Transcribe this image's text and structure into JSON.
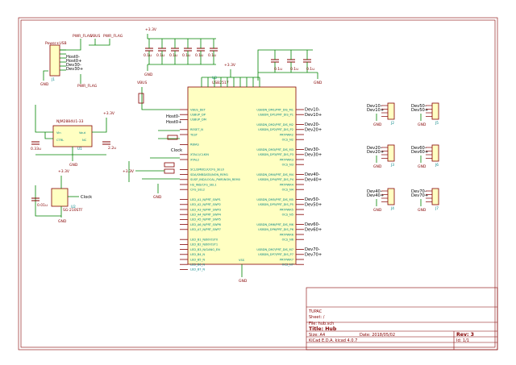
{
  "title_block": {
    "company": "TUPAC",
    "sheet": "Sheet: /",
    "file": "File: hub.sch",
    "title": "Title: Hub",
    "size": "Size: A4",
    "date": "Date: 2018/05/02",
    "rev": "Rev: 3",
    "tool": "KiCad E.D.A.  kicad 4.0.7",
    "id": "Id: 1/1"
  },
  "main_ic": {
    "ref": "U3",
    "value": "USB2517",
    "left_pins": [
      "VBUS_DET",
      "USBUP_DP",
      "USBUP_DM",
      "",
      "RESET_N",
      "TEST",
      "",
      "RBIAS",
      "",
      "XTAL1/CLKIN",
      "XTAL2",
      "",
      "SCL/SMBCLK/CFG_SEL0",
      "SDA/SMBDATA/NON_REM1",
      "SUSP_IND/LOCAL_PWR/NON_REM0",
      "HS_IND/CFG_SEL1",
      "CFG_SEL2",
      "",
      "LED_A1_N/PRT_SWP1",
      "LED_A2_N/PRT_SWP2",
      "LED_A3_N/PRT_SWP3",
      "LED_A4_N/PRT_SWP4",
      "LED_A5_N/PRT_SWP5",
      "LED_A6_N/PRT_SWP6",
      "LED_A7_N/PRT_SWP7",
      "",
      "LED_B1_N/BOOST0",
      "LED_B2_N/BOOST1",
      "LED_B3_N/GANG_EN",
      "LED_B4_N",
      "LED_B5_N",
      "LED_B6_N",
      "LED_B7_N"
    ],
    "right_pins": [
      "USBDN_DM1/PRT_DIS_M1",
      "USBDN_DP1/PRT_DIS_P1",
      "",
      "USBDN_DM2/PRT_DIS_M2",
      "USBDN_DP2/PRT_DIS_P2",
      "PRTPWR2",
      "OCS_N2",
      "",
      "USBDN_DM3/PRT_DIS_M3",
      "USBDN_DP3/PRT_DIS_P3",
      "PRTPWR3",
      "OCS_N3",
      "",
      "USBDN_DM4/PRT_DIS_M4",
      "USBDN_DP4/PRT_DIS_P4",
      "PRTPWR4",
      "OCS_N4",
      "",
      "USBDN_DM5/PRT_DIS_M5",
      "USBDN_DP5/PRT_DIS_P5",
      "PRTPWR5",
      "OCS_N5",
      "",
      "USBDN_DM6/PRT_DIS_M6",
      "USBDN_DP6/PRT_DIS_P6",
      "PRTPWR6",
      "OCS_N6",
      "",
      "USBDN_DM7/PRT_DIS_M7",
      "USBDN_DP7/PRT_DIS_P7",
      "PRTPWR7",
      "OCS_N7"
    ],
    "right_nets": [
      "Dev10-",
      "Dev10+",
      "",
      "Dev20-",
      "Dev20+",
      "",
      "",
      "",
      "Dev30-",
      "Dev30+",
      "",
      "",
      "",
      "Dev40-",
      "Dev40+",
      "",
      "",
      "",
      "Dev50-",
      "Dev50+",
      "",
      "",
      "",
      "Dev60-",
      "Dev60+",
      "",
      "",
      "",
      "Dev70-",
      "Dev70+"
    ],
    "top_label": "+3.3V",
    "bottom_label": "VSS"
  },
  "nets": {
    "host_minus": "Host0-",
    "host_plus": "Host0+",
    "clock": "Clock",
    "vbus": "VBUS",
    "v33": "+3.3V",
    "pwr_flag": "PWR_FLAG",
    "usb_header": [
      "Host0-",
      "Host0+",
      "Dev30-",
      "Dev30+"
    ],
    "usb_header_title": "Power+USB",
    "gnd": "GND"
  },
  "regulator": {
    "ref": "U1",
    "value": "NJM2884U1-33",
    "vin": "Vin",
    "vout": "Vout",
    "ctrl": "CTRL",
    "nc": "NC",
    "cin": "0.33u",
    "cout": "2.2u"
  },
  "oscillator": {
    "ref": "U2",
    "value": "SG-210STF",
    "cap": "0.01u"
  },
  "decoupling": [
    "0.1u",
    "0.1u",
    "0.1u",
    "0.1u",
    "0.1u",
    "0.1u"
  ],
  "bulk_caps": [
    "0.1u",
    "0.1u",
    "0.1u"
  ],
  "connectors": [
    {
      "ref": "J2",
      "nets": [
        "Dev10-",
        "Dev10+"
      ]
    },
    {
      "ref": "J3",
      "nets": [
        "Dev20-",
        "Dev20+"
      ]
    },
    {
      "ref": "J4",
      "nets": [
        "Dev40-",
        "Dev40+"
      ]
    },
    {
      "ref": "J5",
      "nets": [
        "Dev50-",
        "Dev50+"
      ]
    },
    {
      "ref": "J6",
      "nets": [
        "Dev60-",
        "Dev60+"
      ]
    },
    {
      "ref": "J7",
      "nets": [
        "Dev70-",
        "Dev70+"
      ]
    }
  ]
}
